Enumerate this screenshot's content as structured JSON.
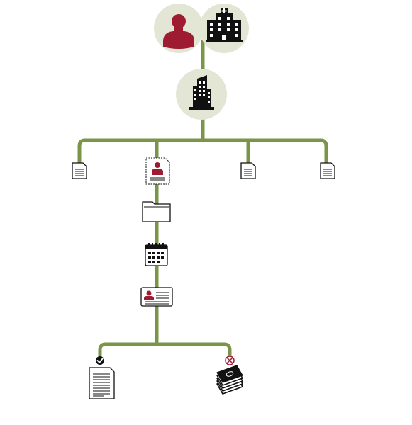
{
  "colors": {
    "connector": "#7a9448",
    "circle_bg": "#e3e6d5",
    "person_fill": "#9e1b32",
    "icon_dark": "#111111",
    "paper": "#ffffff",
    "reject_badge": "#9e1b32"
  },
  "nodes": [
    {
      "name": "person-icon",
      "kind": "circle-icon"
    },
    {
      "name": "hospital-icon",
      "kind": "circle-icon"
    },
    {
      "name": "office-building-icon",
      "kind": "circle-icon"
    },
    {
      "name": "document-icon",
      "kind": "doc"
    },
    {
      "name": "profile-document-icon",
      "kind": "doc"
    },
    {
      "name": "document-icon",
      "kind": "doc"
    },
    {
      "name": "document-icon",
      "kind": "doc"
    },
    {
      "name": "folder-icon",
      "kind": "step"
    },
    {
      "name": "calendar-icon",
      "kind": "step"
    },
    {
      "name": "id-card-icon",
      "kind": "step"
    },
    {
      "name": "approved-document-icon",
      "kind": "outcome"
    },
    {
      "name": "rejected-money-icon",
      "kind": "outcome"
    }
  ]
}
